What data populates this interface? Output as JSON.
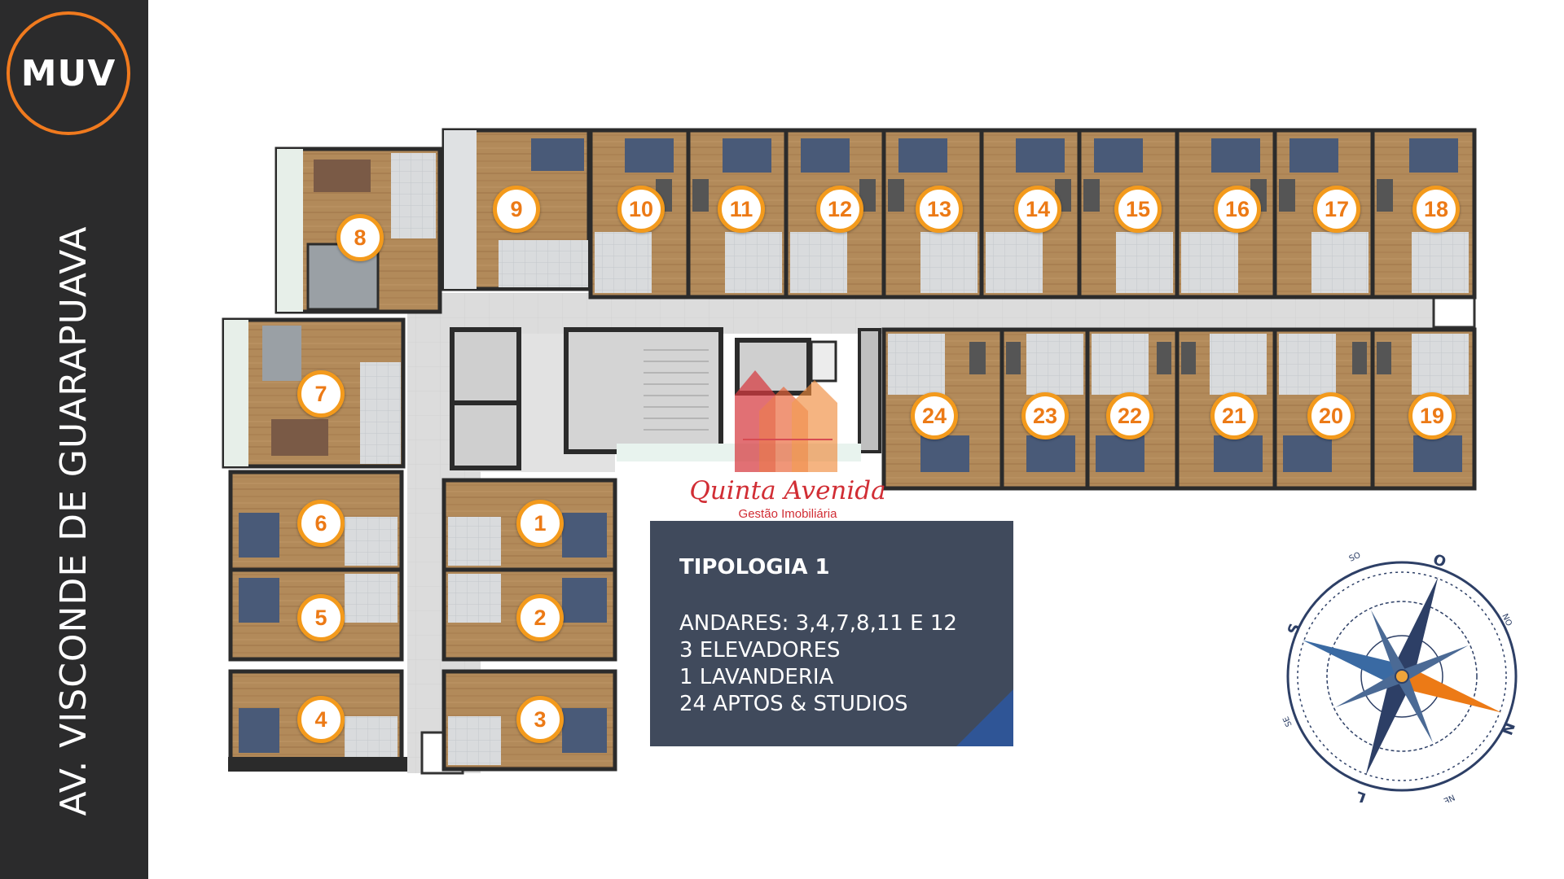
{
  "brand_logo": {
    "text": "MUV",
    "ring_color": "#f07a1e"
  },
  "street_name": "AV. VISCONDE DE GUARAPUAVA",
  "units": [
    "1",
    "2",
    "3",
    "4",
    "5",
    "6",
    "7",
    "8",
    "9",
    "10",
    "11",
    "12",
    "13",
    "14",
    "15",
    "16",
    "17",
    "18",
    "19",
    "20",
    "21",
    "22",
    "23",
    "24"
  ],
  "realtor": {
    "name": "Quinta Avenida",
    "subtitle": "Gestão Imobiliária",
    "color": "#d12d34"
  },
  "info_panel": {
    "title": "TIPOLOGIA 1",
    "lines": [
      "ANDARES: 3,4,7,8,11 E 12",
      "3 ELEVADORES",
      "1 LAVANDERIA",
      "24 APTOS & STUDIOS"
    ],
    "background": "#404a5c",
    "accent": "#2f5596"
  },
  "compass": {
    "S": "S",
    "SO": "SO",
    "O": "O",
    "NO": "NO",
    "N": "N",
    "NE": "NE",
    "L": "L",
    "SE": "SE"
  },
  "colors": {
    "marker_ring": "#f39a1c",
    "marker_text": "#ec7a16",
    "sidebar": "#2b2b2c"
  }
}
